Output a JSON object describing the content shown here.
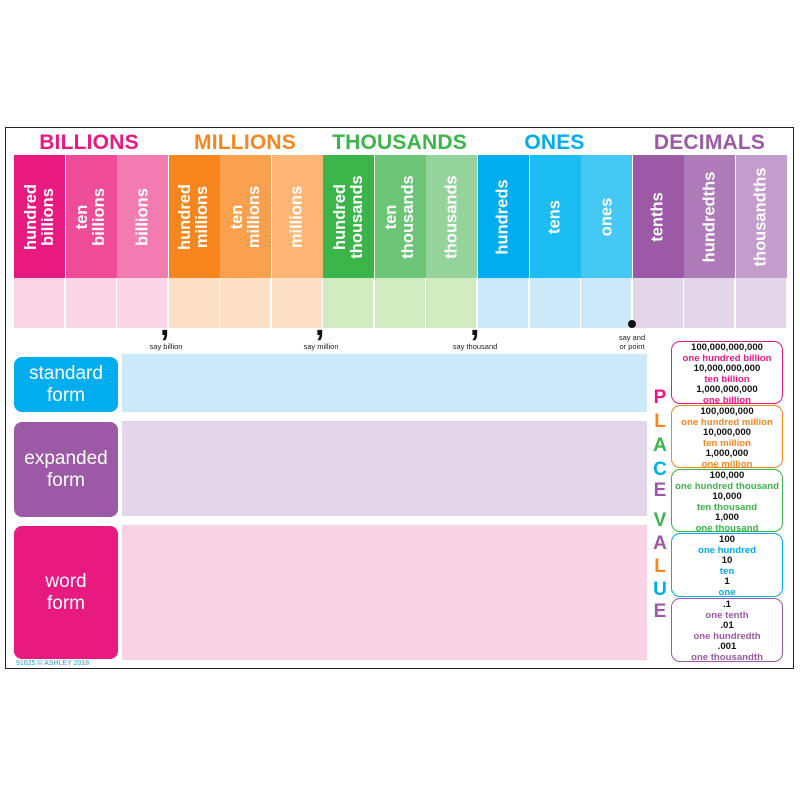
{
  "groups": {
    "billions": "BILLIONS",
    "millions": "MILLIONS",
    "thousands": "THOUSANDS",
    "ones": "ONES",
    "decimals": "DECIMALS"
  },
  "columns": [
    "hundred\nbillions",
    "ten\nbillions",
    "billions",
    "hundred\nmillions",
    "ten\nmillions",
    "millions",
    "hundred\nthousands",
    "ten\nthousands",
    "thousands",
    "hundreds",
    "tens",
    "ones",
    "tenths",
    "hundredths",
    "thousandths"
  ],
  "markers": {
    "billion": "say billion",
    "million": "say million",
    "thousand": "say thousand",
    "point": "say and\nor point"
  },
  "forms": {
    "standard": "standard\nform",
    "expanded": "expanded\nform",
    "word": "word\nform"
  },
  "place_value_word": [
    "P",
    "L",
    "A",
    "C",
    "E",
    "V",
    "A",
    "L",
    "U",
    "E"
  ],
  "key": {
    "billions": [
      "100,000,000,000",
      "one hundred billion",
      "10,000,000,000",
      "ten billion",
      "1,000,000,000",
      "one billion"
    ],
    "millions": [
      "100,000,000",
      "one hundred million",
      "10,000,000",
      "ten million",
      "1,000,000",
      "one million"
    ],
    "thousands": [
      "100,000",
      "one hundred thousand",
      "10,000",
      "ten thousand",
      "1,000",
      "one thousand"
    ],
    "ones": [
      "100",
      "one hundred",
      "10",
      "ten",
      "1",
      "one"
    ],
    "decimals": [
      ".1",
      "one tenth",
      ".01",
      "one hundredth",
      ".001",
      "one thousandth"
    ]
  },
  "copyright": "91025 © ASHLEY 2018",
  "colors": {
    "billions": "#e8197f",
    "millions": "#f7861f",
    "thousands": "#3bb54a",
    "ones": "#00aeef",
    "decimals": "#9b59a6"
  }
}
